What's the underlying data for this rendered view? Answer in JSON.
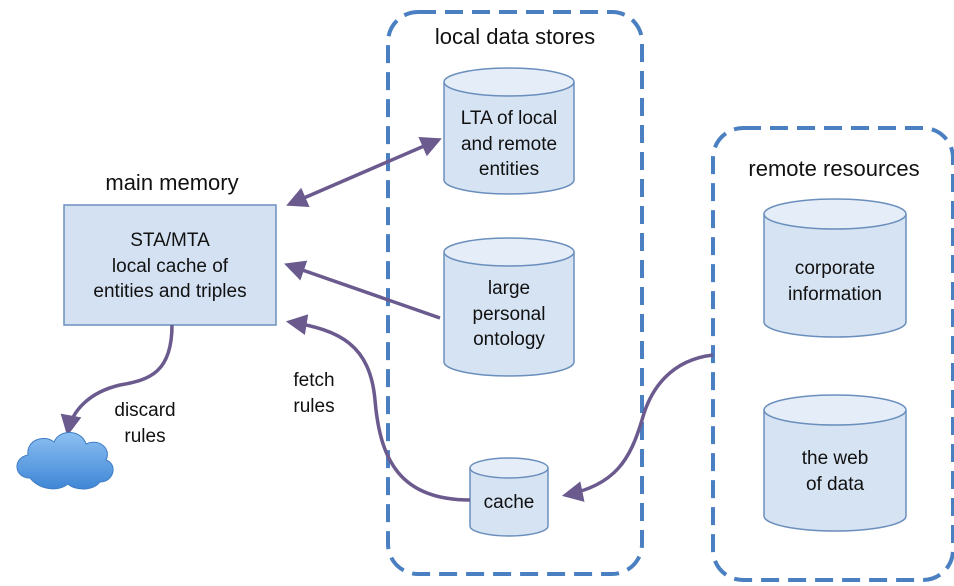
{
  "groups": {
    "local_title": "local data stores",
    "remote_title": "remote resources"
  },
  "memory": {
    "heading": "main memory",
    "box_line1": "STA/MTA",
    "box_line2": "local cache of",
    "box_line3": "entities and triples"
  },
  "stores": {
    "lta_line1": "LTA of local",
    "lta_line2": "and remote",
    "lta_line3": "entities",
    "ontology_line1": "large",
    "ontology_line2": "personal",
    "ontology_line3": "ontology",
    "cache": "cache"
  },
  "remote": {
    "corporate_line1": "corporate",
    "corporate_line2": "information",
    "web_line1": "the web",
    "web_line2": "of data"
  },
  "rules": {
    "fetch_line1": "fetch",
    "fetch_line2": "rules",
    "discard_line1": "discard",
    "discard_line2": "rules"
  },
  "colors": {
    "group_border": "#4a7fc1",
    "cylinder_fill": "#d6e3f3",
    "cylinder_stroke": "#6b8fbd",
    "memory_fill": "#d3e1f2",
    "arrow": "#6a5a8e",
    "cloud": "#5b9be0"
  }
}
